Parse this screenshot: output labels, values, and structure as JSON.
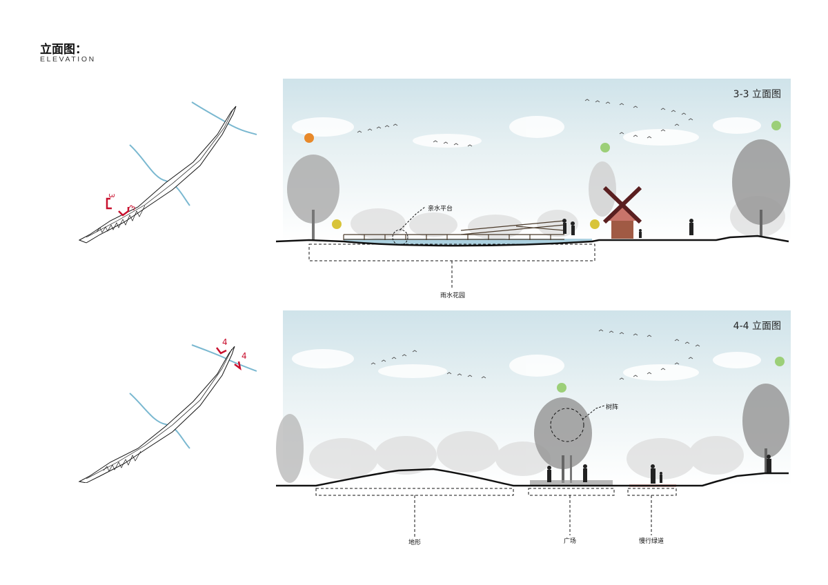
{
  "page": {
    "title": "立面图：",
    "subtitle": "ELEVATION"
  },
  "keymaps": [
    {
      "marker": "3"
    },
    {
      "marker": "4"
    }
  ],
  "sections": [
    {
      "title": "3-3 立面图",
      "labels": [
        "亲水平台",
        "雨水花园"
      ]
    },
    {
      "title": "4-4 立面图",
      "labels": [
        "树阵",
        "地形",
        "广场",
        "慢行绿道"
      ]
    }
  ],
  "colors": {
    "sky": "#d6e7ec",
    "water": "#7ab8d0",
    "marker_red": "#c8102e",
    "dot_orange": "#e8892a",
    "dot_yellow": "#d8c43a",
    "dot_green": "#9ccf78",
    "path_red": "#c23b2b",
    "ground": "#111111"
  }
}
